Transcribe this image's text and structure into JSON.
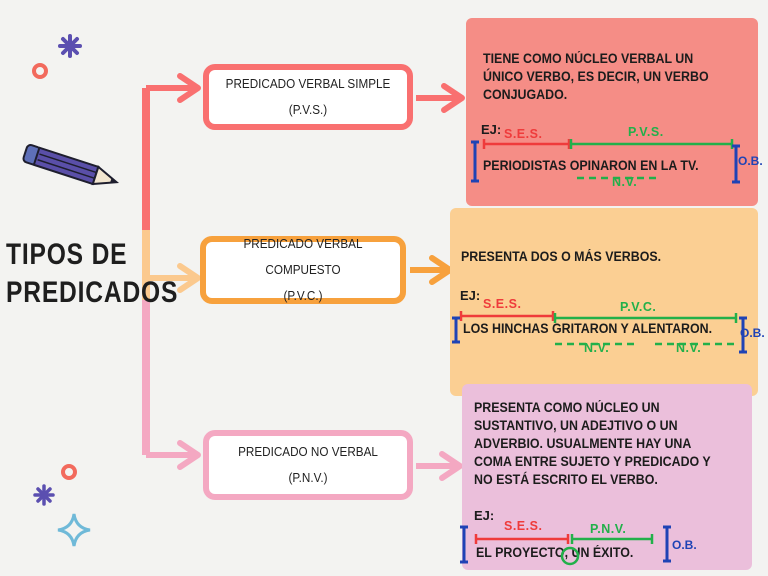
{
  "title": {
    "line1": "TIPOS DE",
    "line2": "PREDICADOS"
  },
  "colors": {
    "red": "#f97070",
    "peach": "#fbc98e",
    "pink": "#f4a8c2",
    "orange": "#f7a13d",
    "panel_red": "#f58d86",
    "panel_peach": "#fbcf93",
    "panel_pink": "#ebbfdb"
  },
  "nodes": [
    {
      "name": "PREDICADO VERBAL SIMPLE",
      "abbr": "(P.V.S.)"
    },
    {
      "name": "PREDICADO VERBAL COMPUESTO",
      "abbr": "(P.V.C.)"
    },
    {
      "name": "PREDICADO NO VERBAL",
      "abbr": "(P.N.V.)"
    }
  ],
  "panels": [
    {
      "definition": [
        "TIENE COMO NÚCLEO VERBAL UN",
        "ÚNICO VERBO, ES DECIR, UN VERBO",
        "CONJUGADO."
      ],
      "ej": "EJ:",
      "ses": "S.E.S.",
      "pred": "P.V.S.",
      "sentence": "PERIODISTAS OPINARON EN LA TV.",
      "nv": [
        "N.V."
      ],
      "ob": "O.B."
    },
    {
      "definition": [
        "PRESENTA DOS O MÁS VERBOS."
      ],
      "ej": "EJ:",
      "ses": "S.E.S.",
      "pred": "P.V.C.",
      "sentence": "LOS HINCHAS GRITARON Y ALENTARON.",
      "nv": [
        "N.V.",
        "N.V."
      ],
      "ob": "O.B."
    },
    {
      "definition": [
        "PRESENTA COMO NÚCLEO UN",
        "SUSTANTIVO, UN ADEJTIVO O UN",
        "ADVERBIO. USUALMENTE HAY UNA",
        "COMA ENTRE SUJETO Y PREDICADO Y",
        "NO ESTÁ ESCRITO EL VERBO."
      ],
      "ej": "EJ:",
      "ses": "S.E.S.",
      "pred": "P.N.V.",
      "sentence": "EL PROYECTO, UN ÉXITO.",
      "ob": "O.B."
    }
  ]
}
